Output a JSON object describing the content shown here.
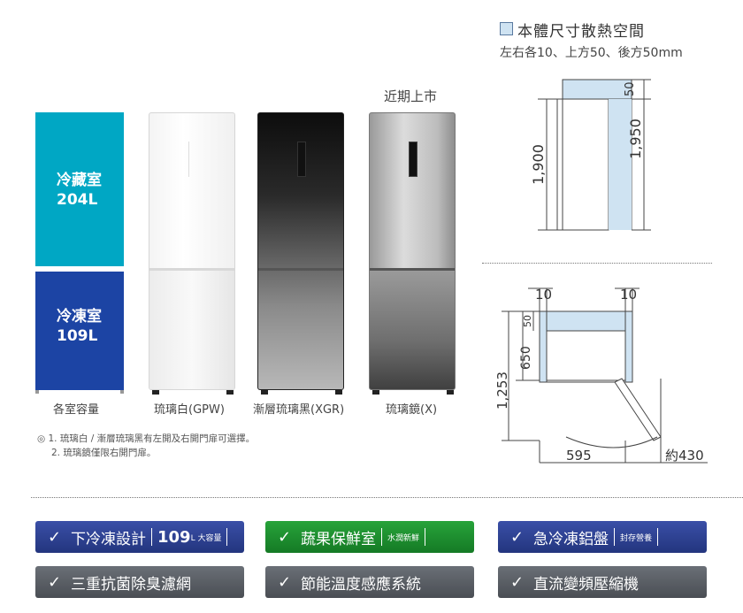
{
  "spec": {
    "title": "本體尺寸散熱空間",
    "subtitle": "左右各10、上方50、後方50mm"
  },
  "coming_soon": "近期上市",
  "capacity": {
    "fridge_name": "冷藏室",
    "fridge_value": "204L",
    "freezer_name": "冷凍室",
    "freezer_value": "109L",
    "caption": "各室容量"
  },
  "fridges": {
    "white": "琉璃白(GPW)",
    "black": "漸層琉璃黑(XGR)",
    "mirror": "琉璃鏡(X)"
  },
  "notes": {
    "line1": "◎ 1. 琉璃白 / 漸層琉璃黑有左開及右開門扉可選擇。",
    "line2": "2. 琉璃鏡僅限右開門扉。"
  },
  "dimensions": {
    "top_clear": "50",
    "height_body": "1,900",
    "height_total": "1,950",
    "side_left": "10",
    "side_right": "10",
    "back_clear": "50",
    "depth": "650",
    "door_open": "1,253",
    "width": "595",
    "door_swing": "約430"
  },
  "features": {
    "f1_main": "下冷凍設計",
    "f1_num": "109",
    "f1_small": "L 大容量",
    "f2_main": "蔬果保鮮室",
    "f2_small": "水潤新鮮",
    "f3_main": "急冷凍鋁盤",
    "f3_small": "封存營養",
    "f4_main": "三重抗菌除臭濾網",
    "f5_main": "節能溫度感應系統",
    "f6_main": "直流變頻壓縮機"
  },
  "colors": {
    "fridge_capacity": "#00a7c4",
    "freezer_capacity": "#1c44a4",
    "feature_blue": "#2b3d8f",
    "feature_green": "#1f8f30",
    "feature_gray": "#55595f",
    "clearance_fill": "#cfe3f2"
  }
}
